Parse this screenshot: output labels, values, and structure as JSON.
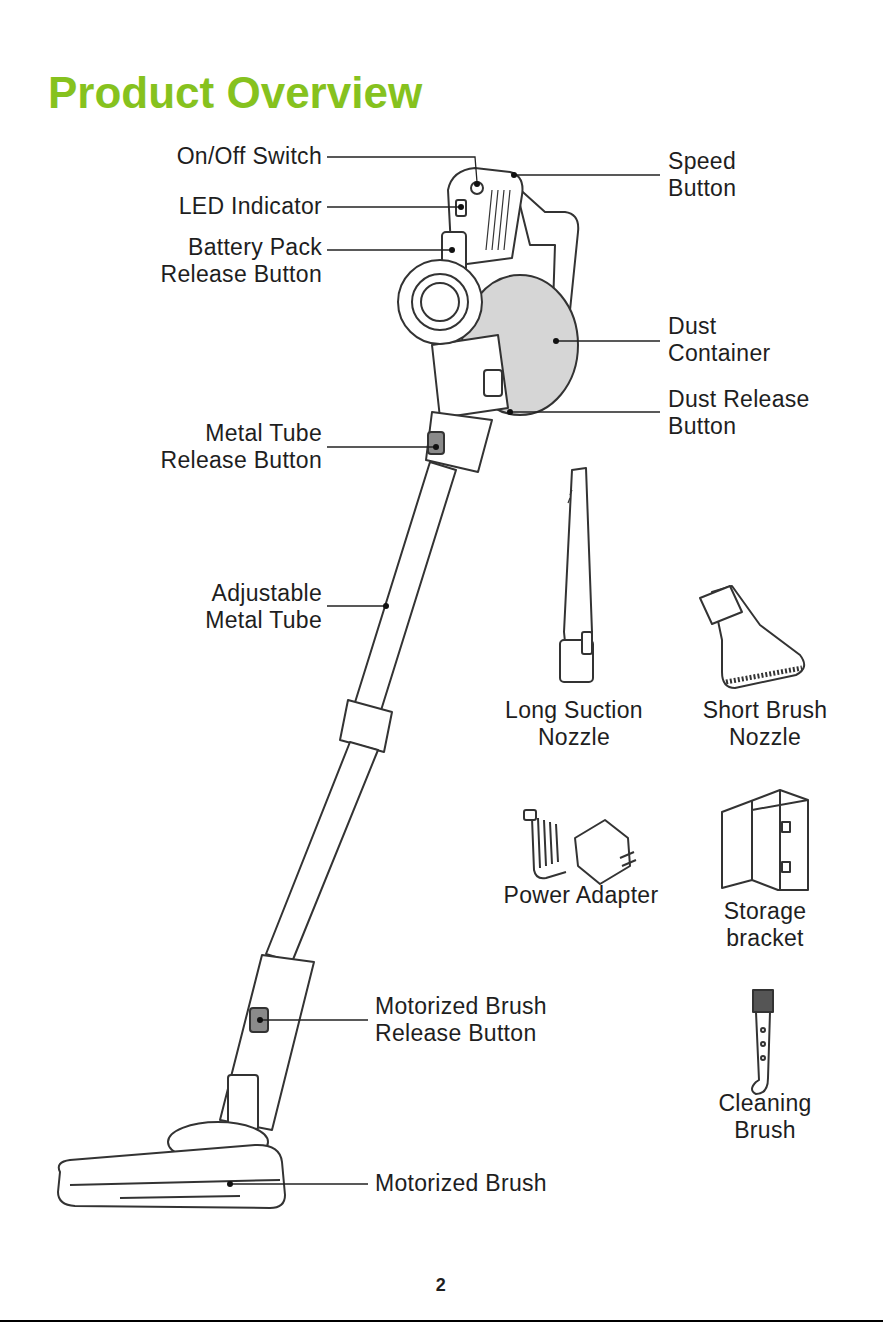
{
  "diagram": {
    "title": "Product Overview",
    "labels": [
      "On/Off Switch",
      "LED Indicator",
      "Battery Pack Release Button",
      "Metal Tube Release Button",
      "Adjustable Metal Tube",
      "Motorized Brush Release Button",
      "Motorized Brush",
      "Speed Button",
      "Dust Container",
      "Dust Release Button",
      "Long Suction Nozzle",
      "Short Brush Nozzle",
      "Power Adapter",
      "Storage bracket",
      "Cleaning Brush",
      "2"
    ]
  }
}
